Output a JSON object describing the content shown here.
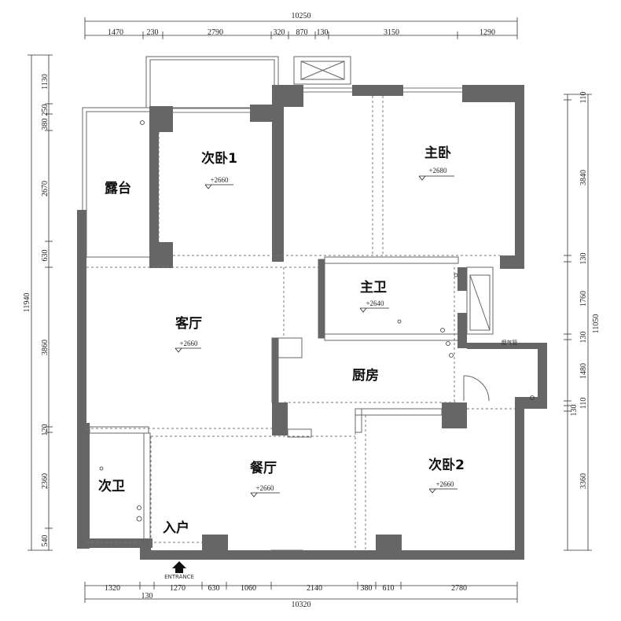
{
  "dimensions": {
    "top_total": "10250",
    "top_segments": [
      "1470",
      "230",
      "2790",
      "320",
      "870",
      "130",
      "3150",
      "1290"
    ],
    "bottom_total": "10320",
    "bottom_segments": [
      "1320",
      "130",
      "1270",
      "630",
      "1060",
      "2140",
      "380",
      "610",
      "2780"
    ],
    "left_total": "11940",
    "left_segments": [
      "1130",
      "250",
      "380",
      "2670",
      "630",
      "3860",
      "120",
      "2360",
      "540"
    ],
    "right_total": "11050",
    "right_segments": [
      "110",
      "3840",
      "130",
      "1760",
      "130",
      "1480",
      "110",
      "130",
      "3360"
    ]
  },
  "rooms": {
    "bedroom2": {
      "name": "次卧1",
      "level": "+2660"
    },
    "master_bedroom": {
      "name": "主卧",
      "level": "+2680"
    },
    "terrace": {
      "name": "露台"
    },
    "living_room": {
      "name": "客厅",
      "level": "+2660"
    },
    "master_bath": {
      "name": "主卫",
      "level": "+2640"
    },
    "kitchen": {
      "name": "厨房"
    },
    "dining_room": {
      "name": "餐厅",
      "level": "+2660"
    },
    "bedroom3": {
      "name": "次卧2",
      "level": "+2660"
    },
    "guest_bath": {
      "name": "次卫"
    },
    "entrance": {
      "name": "入户"
    }
  },
  "labels": {
    "flue": "烟气管",
    "entrance_mark": "ENTRANCE"
  }
}
